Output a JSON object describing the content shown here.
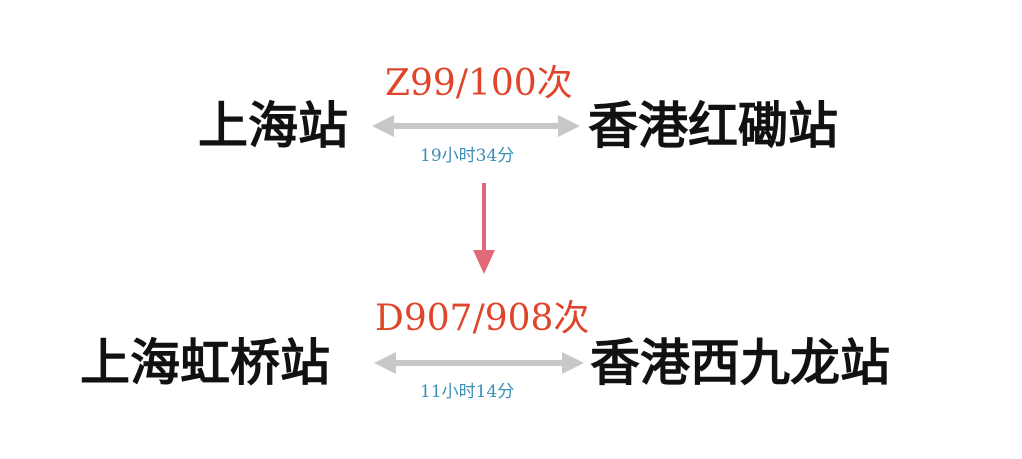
{
  "routes": [
    {
      "from": "上海站",
      "to": "香港红磡站",
      "train": "Z99/100次",
      "duration": "19小时34分"
    },
    {
      "from": "上海虹桥站",
      "to": "香港西九龙站",
      "train": "D907/908次",
      "duration": "11小时14分"
    }
  ],
  "colors": {
    "station_text": "#111111",
    "train_text": "#e0452b",
    "duration_text": "#3b8fb5",
    "route_arrow": "#c8c8c8",
    "transition_arrow": "#e06a78"
  }
}
